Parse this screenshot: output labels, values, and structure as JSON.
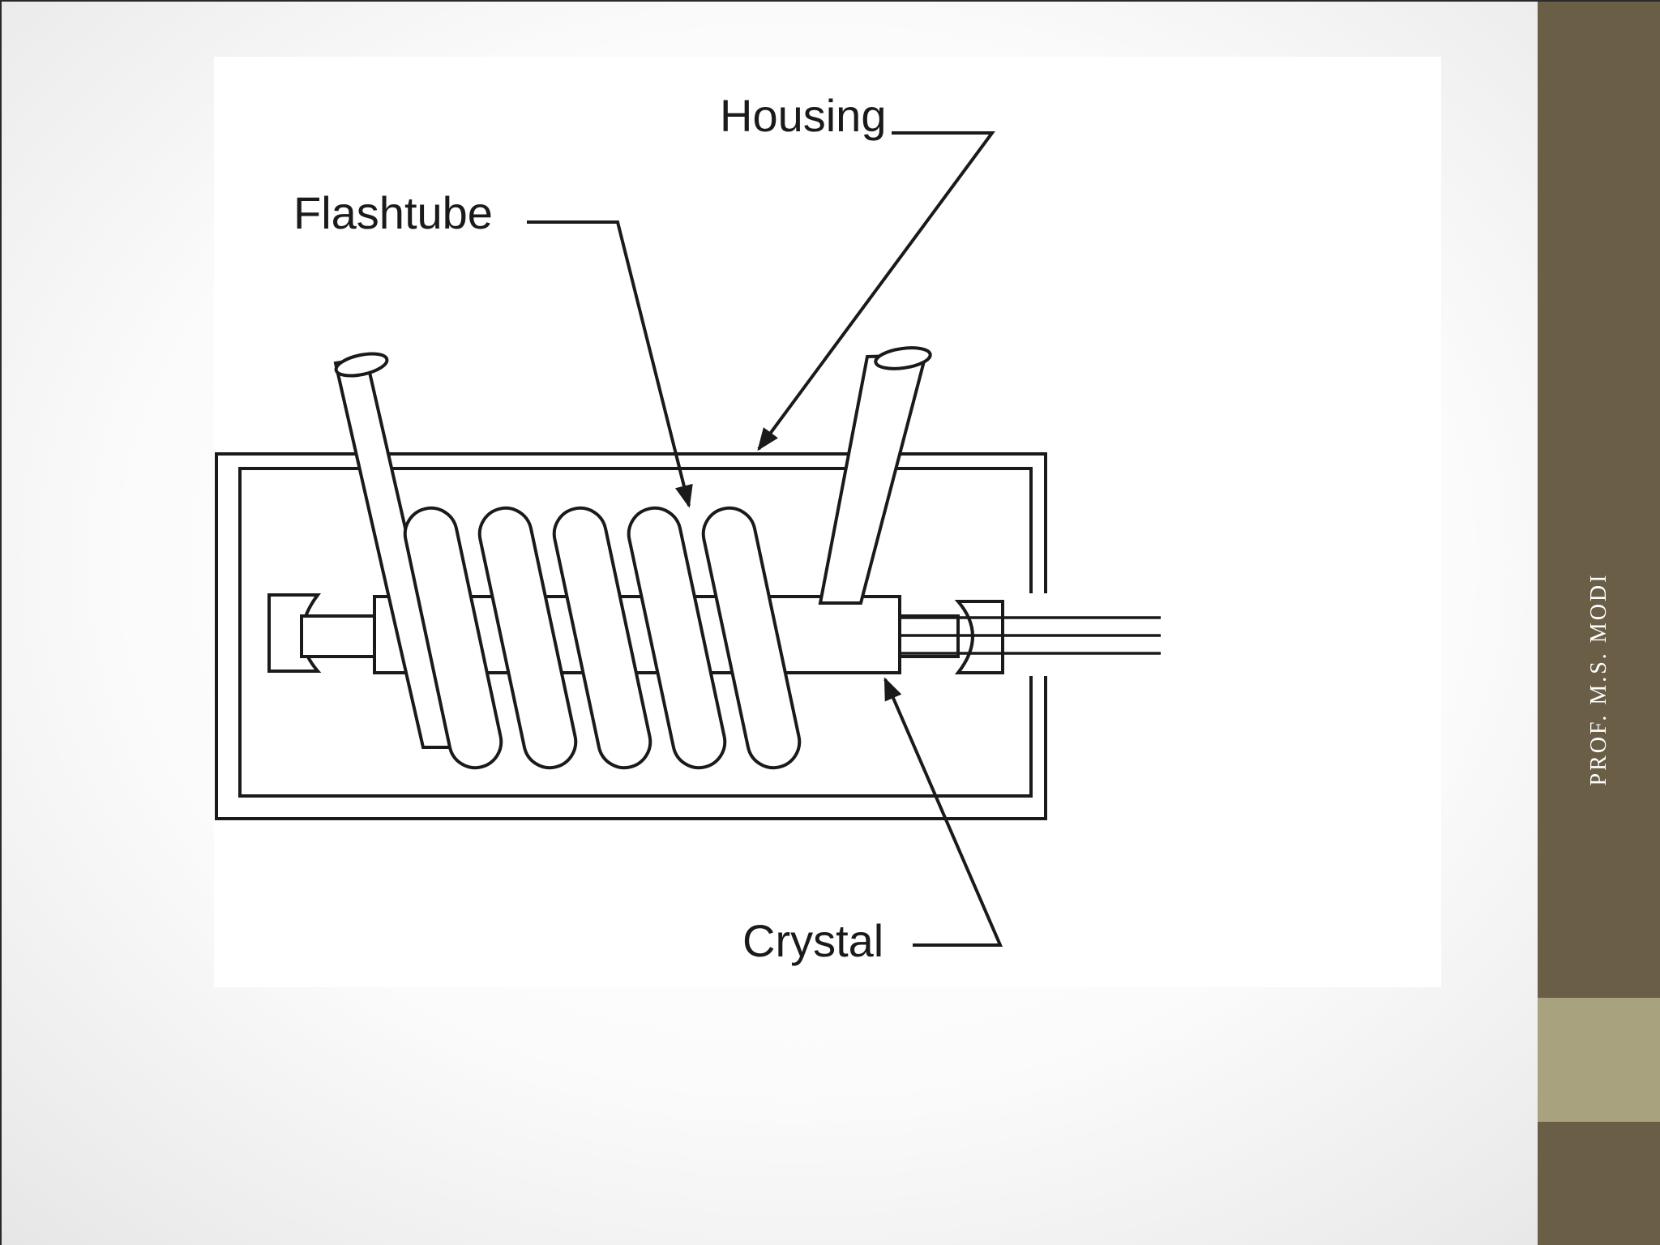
{
  "slide": {
    "author": "PROF. M.S. MODI"
  },
  "diagram": {
    "labels": {
      "housing": "Housing",
      "flashtube": "Flashtube",
      "crystal": "Crystal"
    },
    "colors": {
      "line": "#1a1a1a",
      "fill": "#ffffff",
      "side_band": "#6a5e47",
      "band_accent": "#a9a27e"
    }
  }
}
